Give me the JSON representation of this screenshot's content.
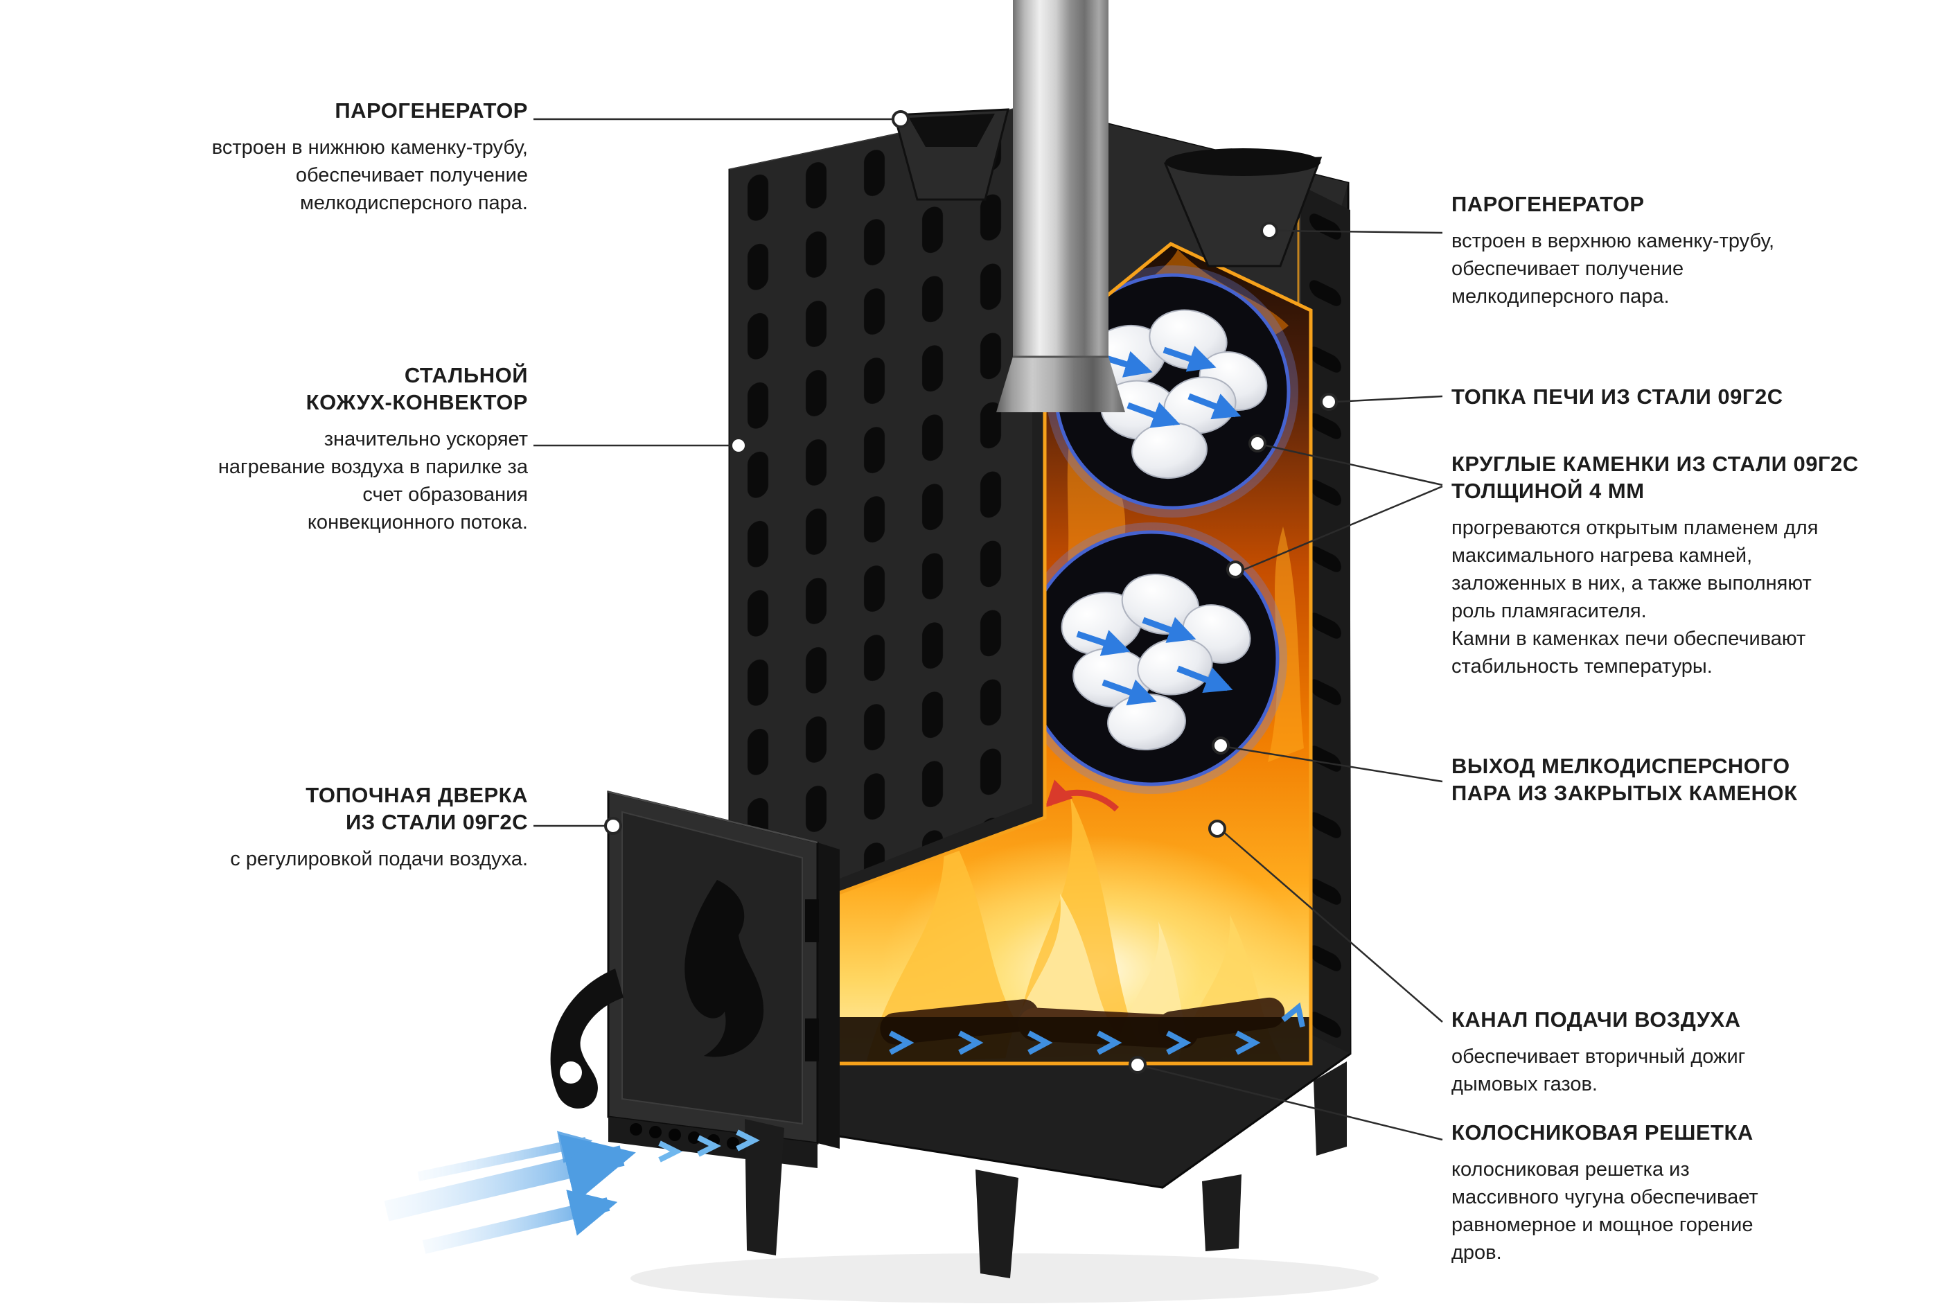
{
  "page": {
    "background": "#ffffff",
    "subject": "sauna-stove-cutaway-infographic"
  },
  "colors": {
    "text": "#1c1c1c",
    "leader_line": "#2b2b2b",
    "steel_dark": "#1f1f1f",
    "cut_outline_orange": "#f7a21b",
    "flame_orange": "#ff8a00",
    "flame_yellow": "#ffd257",
    "stone_ring_blue": "#4663d0",
    "arrow_blue": "#2e7ce0",
    "air_arrow_blue": "#5aa9e8",
    "arrow_red": "#d93a2b",
    "chimney_steel": "#c9c9c9"
  },
  "labels": {
    "left": [
      {
        "id": "steam-generator-lower",
        "title": "ПАРОГЕНЕРАТОР",
        "body": "встроен в нижнюю каменку-трубу,\nобеспечивает получение\nмелкодисперсного пара."
      },
      {
        "id": "steel-convector",
        "title": "СТАЛЬНОЙ\nКОЖУХ-КОНВЕКТОР",
        "body": "значительно ускоряет\nнагревание воздуха в парилке за\nсчет образования\nконвекционного потока."
      },
      {
        "id": "firebox-door",
        "title": "ТОПОЧНАЯ ДВЕРКА\nИЗ СТАЛИ 09Г2С",
        "body": "с регулировкой подачи воздуха."
      }
    ],
    "right": [
      {
        "id": "steam-generator-upper",
        "title": "ПАРОГЕНЕРАТОР",
        "body": "встроен в верхнюю каменку-трубу,\nобеспечивает получение\nмелкодиперсного пара."
      },
      {
        "id": "furnace-steel",
        "title": "ТОПКА ПЕЧИ ИЗ СТАЛИ 09Г2С",
        "body": ""
      },
      {
        "id": "round-stone-chambers",
        "title": "КРУГЛЫЕ КАМЕНКИ ИЗ СТАЛИ 09Г2С\nТОЛЩИНОЙ 4 ММ",
        "body": "прогреваются открытым пламенем для\nмаксимального нагрева камней,\nзаложенных в них, а также выполняют\nроль пламягасителя.\nКамни в каменках печи обеспечивают\nстабильность температуры."
      },
      {
        "id": "fine-steam-outlet",
        "title": "ВЫХОД МЕЛКОДИСПЕРСНОГО\nПАРА ИЗ ЗАКРЫТЫХ КАМЕНОК",
        "body": ""
      },
      {
        "id": "air-supply-channel",
        "title": "КАНАЛ ПОДАЧИ ВОЗДУХА",
        "body": "обеспечивает вторичный дожиг\nдымовых газов."
      },
      {
        "id": "grate",
        "title": "КОЛОСНИКОВАЯ РЕШЕТКА",
        "body": "колосниковая решетка из\nмассивного чугуна обеспечивает\nравномерное и мощное горение\nдров."
      }
    ]
  }
}
